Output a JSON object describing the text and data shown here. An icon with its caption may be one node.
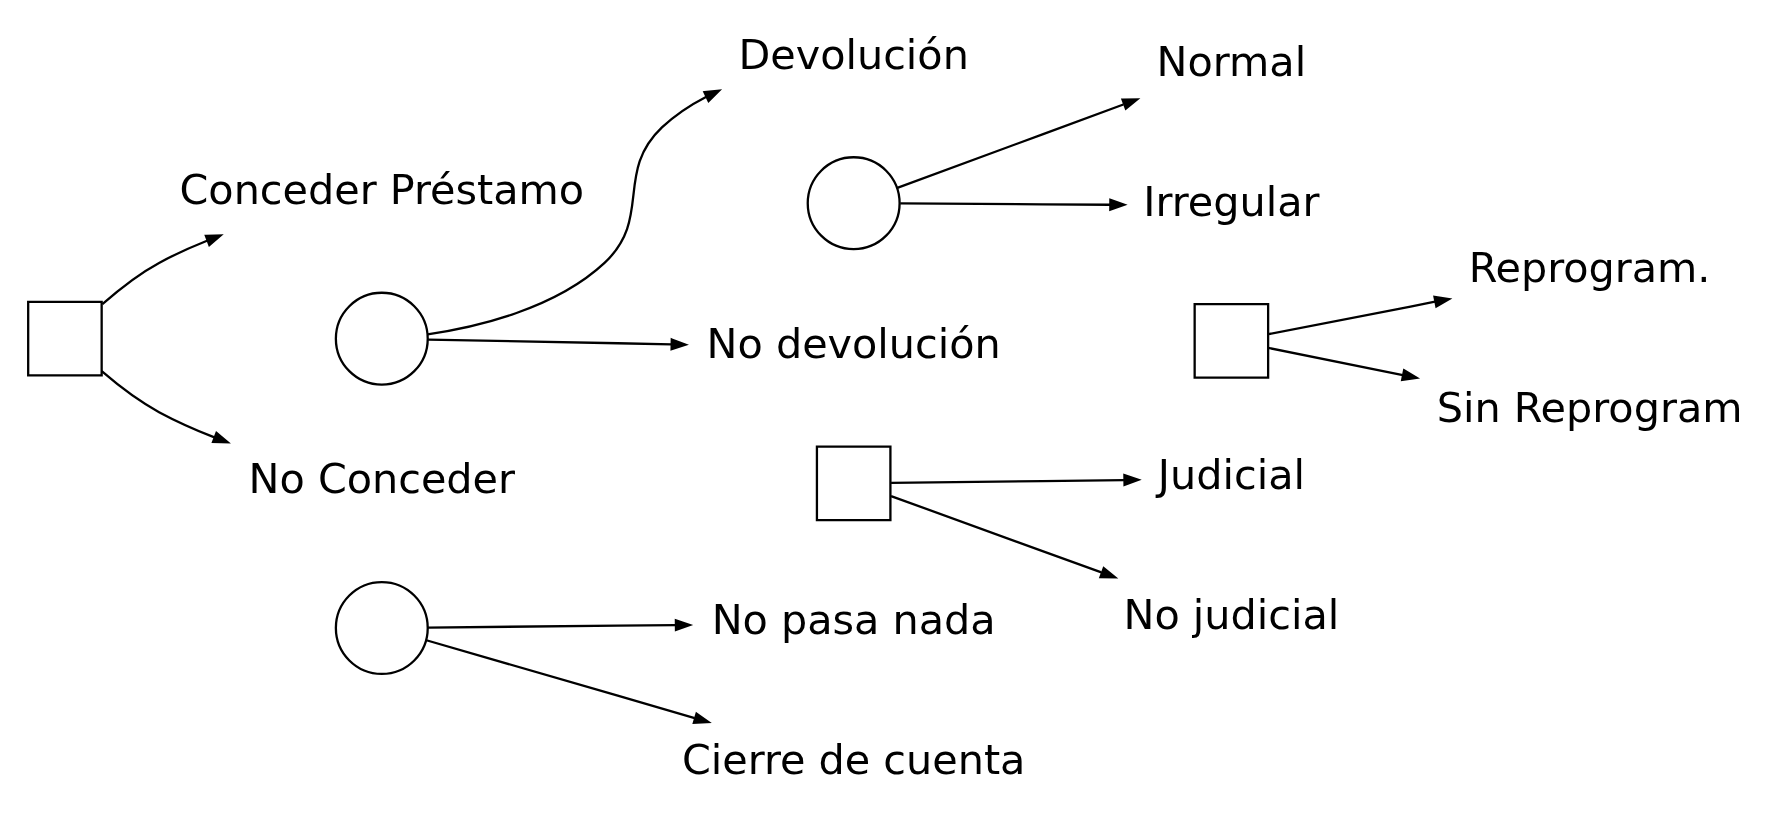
{
  "diagram": {
    "nodes": [
      {
        "text": [],
        "shape": "box"
      },
      {
        "text": [
          "Conceder Préstamo"
        ]
      },
      {
        "text": [],
        "shape": "circle"
      },
      {
        "text": [
          "No Conceder"
        ]
      },
      {
        "text": [],
        "shape": "circle"
      },
      {
        "text": [
          "Devolución"
        ]
      },
      {
        "text": [],
        "shape": "circle"
      },
      {
        "text": [
          "No devolución"
        ]
      },
      {
        "text": [],
        "shape": "box"
      },
      {
        "text": [
          "Normal"
        ]
      },
      {
        "text": [
          "Irregular"
        ]
      },
      {
        "text": [],
        "shape": "box"
      },
      {
        "text": [
          "Reprogram."
        ]
      },
      {
        "text": [
          "Sin Reprogram"
        ]
      },
      {
        "text": [
          "Judicial"
        ]
      },
      {
        "text": [
          "No judicial"
        ]
      },
      {
        "text": [
          "No pasa nada"
        ]
      },
      {
        "text": [
          "Cierre de cuenta"
        ]
      }
    ],
    "edges": [
      {
        "from": 0,
        "to": 1,
        "arrow": "to"
      },
      {
        "from": 0,
        "to": 3,
        "arrow": "to"
      },
      {
        "from": 2,
        "to": 5,
        "arrow": "to"
      },
      {
        "from": 2,
        "to": 7,
        "arrow": "to"
      },
      {
        "from": 6,
        "to": 9,
        "arrow": "to"
      },
      {
        "from": 6,
        "to": 10,
        "arrow": "to"
      },
      {
        "from": 11,
        "to": 12,
        "arrow": "to"
      },
      {
        "from": 11,
        "to": 13,
        "arrow": "to"
      },
      {
        "from": 8,
        "to": 14,
        "arrow": "to"
      },
      {
        "from": 8,
        "to": 15,
        "arrow": "to"
      },
      {
        "from": 4,
        "to": 16,
        "arrow": "to"
      },
      {
        "from": 4,
        "to": 17,
        "arrow": "to"
      }
    ]
  }
}
